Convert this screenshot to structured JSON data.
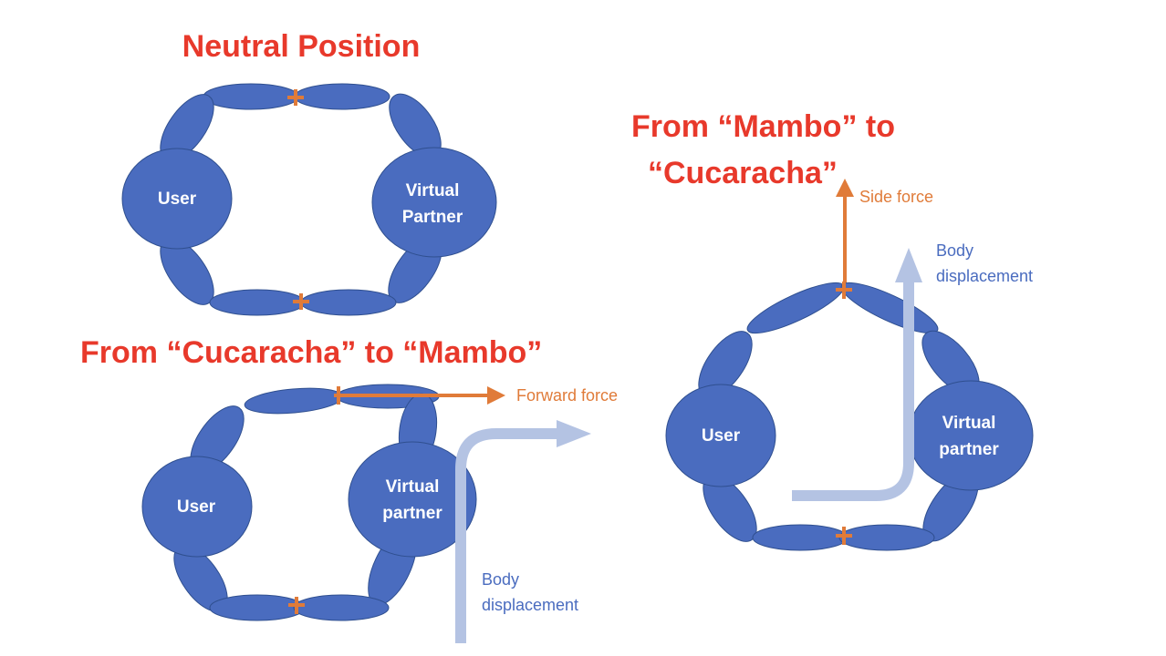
{
  "colors": {
    "title": "#e8392b",
    "body": "#4a6cbf",
    "body_stroke": "#2f4f8f",
    "node_text": "#ffffff",
    "force": "#e07b39",
    "displacement": "#b4c3e3",
    "displacement_text": "#4a6cbf"
  },
  "neutral": {
    "title": "Neutral Position",
    "user": "User",
    "partner_line1": "Virtual",
    "partner_line2": "Partner"
  },
  "cuc_to_mambo": {
    "title": "From “Cucaracha” to “Mambo”",
    "user": "User",
    "partner_line1": "Virtual",
    "partner_line2": "partner",
    "force_label": "Forward force",
    "disp_line1": "Body",
    "disp_line2": "displacement"
  },
  "mambo_to_cuc": {
    "title_line1": "From “Mambo” to",
    "title_line2": "“Cucaracha”",
    "user": "User",
    "partner_line1": "Virtual",
    "partner_line2": "partner",
    "force_label": "Side force",
    "disp_line1": "Body",
    "disp_line2": "displacement"
  }
}
